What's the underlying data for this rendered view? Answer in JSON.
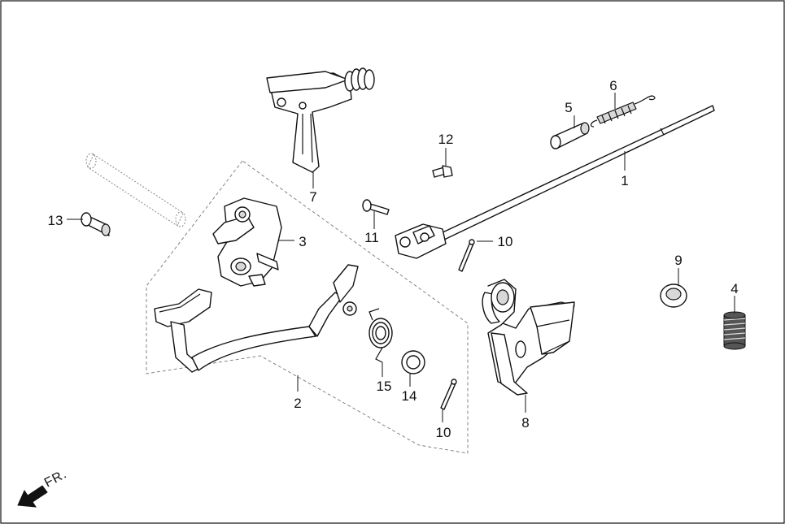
{
  "labels": {
    "p1": "1",
    "p2": "2",
    "p3": "3",
    "p4": "4",
    "p5": "5",
    "p6": "6",
    "p7": "7",
    "p8": "8",
    "p9": "9",
    "p10a": "10",
    "p10b": "10",
    "p11": "11",
    "p12": "12",
    "p13": "13",
    "p14": "14",
    "p15": "15"
  },
  "direction": {
    "text": "FR."
  },
  "colors": {
    "line": "#111111",
    "shade": "#d8d8d8",
    "background": "#ffffff"
  }
}
